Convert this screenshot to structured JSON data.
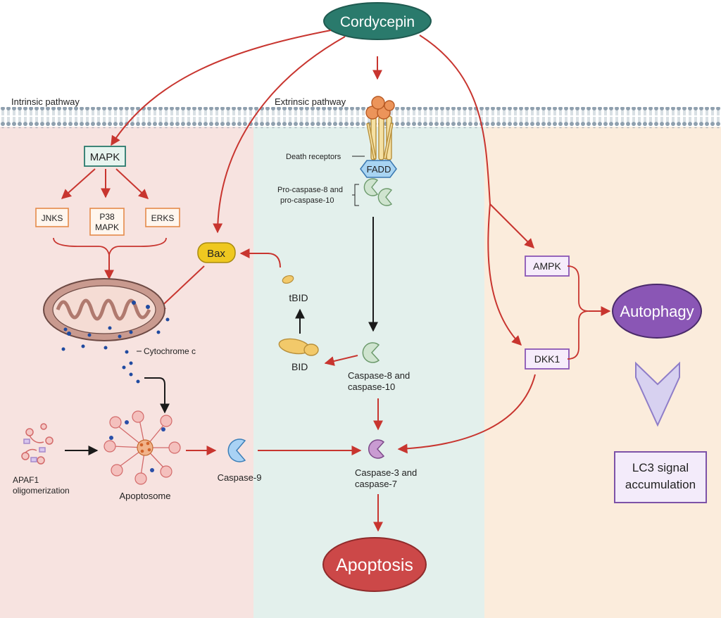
{
  "colors": {
    "intrinsic_bg": "#f7e3e0",
    "extrinsic_bg": "#e3f0ec",
    "autophagy_bg": "#fbecdc",
    "cordycepin": "#2a7a6c",
    "apoptosis": "#cc4848",
    "autophagy": "#8a56b5",
    "arrow": "#c8352f",
    "kinase_border": "#e58a4a",
    "bax": "#efc820",
    "membrane": "#93a4b2"
  },
  "nodes": {
    "cordycepin": "Cordycepin",
    "intrinsic_label": "Intrinsic pathway",
    "extrinsic_label": "Extrinsic pathway",
    "mapk": "MAPK",
    "jnks": "JNKS",
    "p38_line1": "P38",
    "p38_line2": "MAPK",
    "erks": "ERKS",
    "bax": "Bax",
    "cytochrome_c": "Cytochrome c",
    "death_receptors": "Death receptors",
    "fadd": "FADD",
    "pro_caspase_line1": "Pro-caspase-8 and",
    "pro_caspase_line2": "pro-caspase-10",
    "tbid": "tBID",
    "bid": "BID",
    "caspase8_line1": "Caspase-8 and",
    "caspase8_line2": "caspase-10",
    "apaf1_line1": "APAF1",
    "apaf1_line2": "oligomerization",
    "apoptosome": "Apoptosome",
    "caspase9": "Caspase-9",
    "caspase3_line1": "Caspase-3 and",
    "caspase3_line2": "caspase-7",
    "apoptosis": "Apoptosis",
    "ampk": "AMPK",
    "dkk1": "DKK1",
    "autophagy": "Autophagy",
    "lc3_line1": "LC3 signal",
    "lc3_line2": "accumulation"
  }
}
